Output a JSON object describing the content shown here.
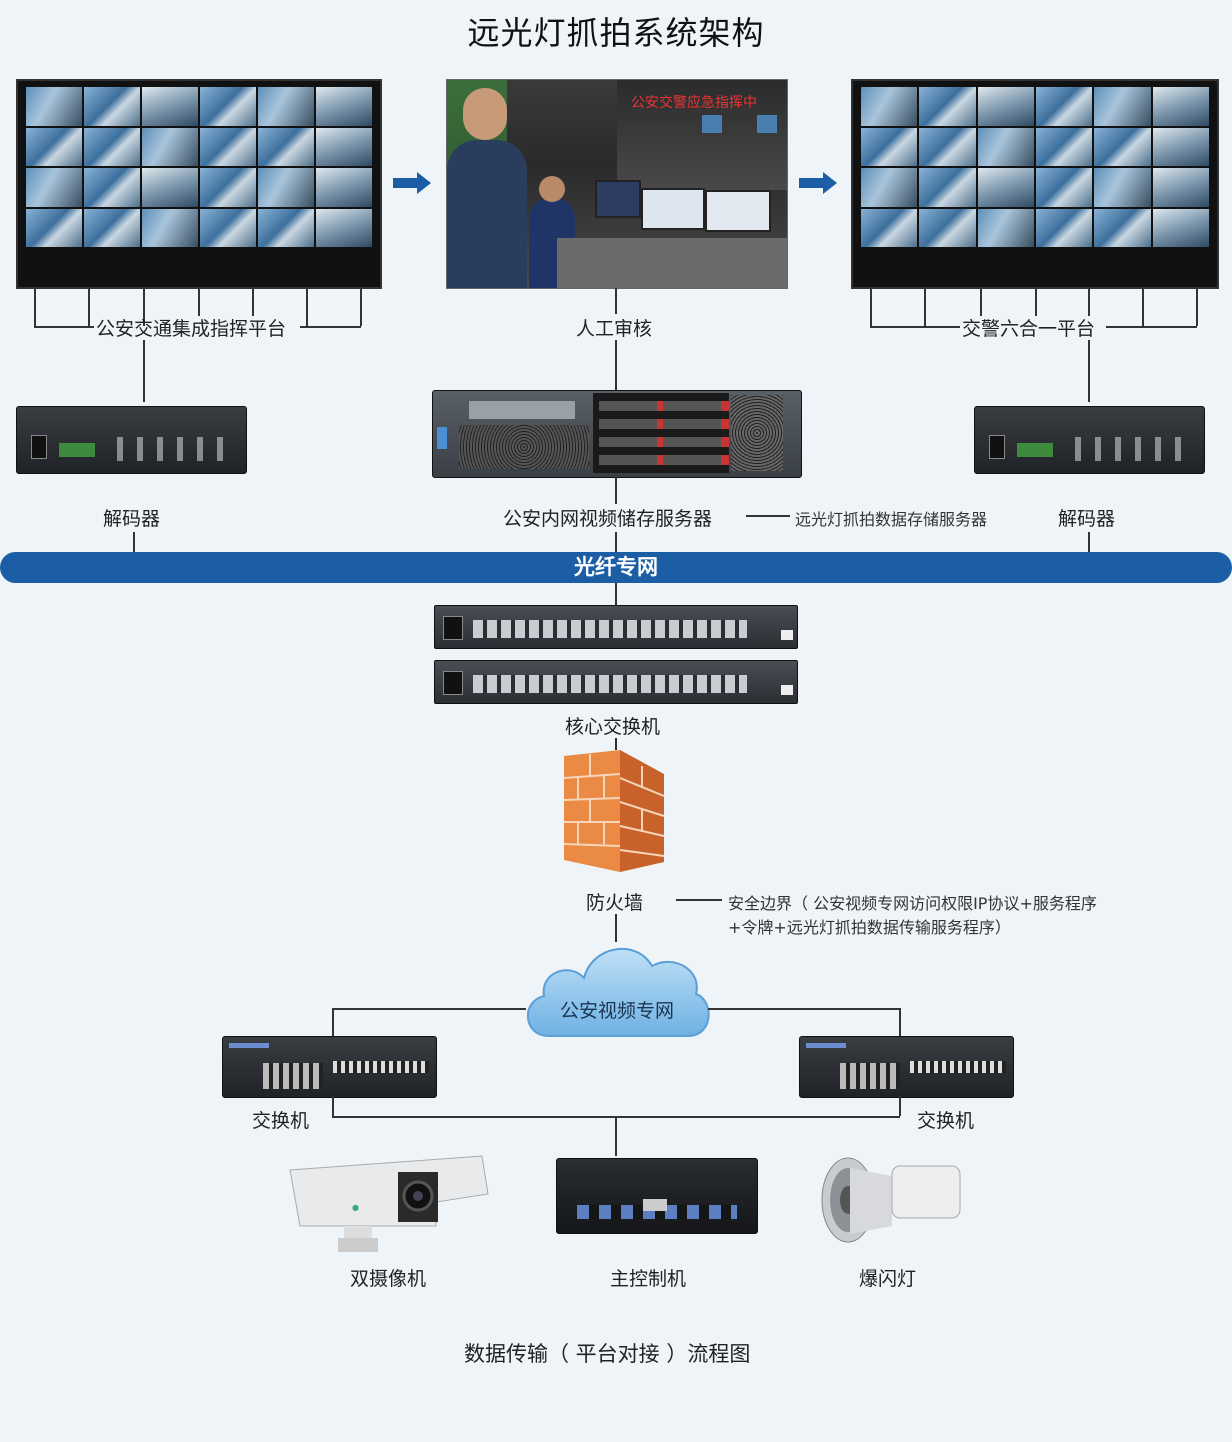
{
  "title": "远光灯抓拍系统架构",
  "top": {
    "left_platform": "公安交通集成指挥平台",
    "center_review": "人工审核",
    "right_platform": "交警六合一平台",
    "command_banner_text": "公安交警应急指挥中"
  },
  "middle": {
    "left_decoder": "解码器",
    "storage_server": "公安内网视频储存服务器",
    "storage_note": "远光灯抓拍数据存储服务器",
    "right_decoder": "解码器"
  },
  "network_banner": "光纤专网",
  "core_switch": "核心交换机",
  "firewall": "防火墙",
  "security_note_line1": "安全边界（ 公安视频专网访问权限IP协议+服务程序",
  "security_note_line2": "+令牌+远光灯抓拍数据传输服务程序）",
  "cloud": "公安视频专网",
  "left_switch": "交换机",
  "right_switch": "交换机",
  "devices": {
    "camera": "双摄像机",
    "controller": "主控制机",
    "flash": "爆闪灯"
  },
  "footer": "数据传输（ 平台对接 ）流程图",
  "colors": {
    "banner": "#1b5ea5",
    "arrow": "#1b5ea5",
    "firewall": "#e8823a",
    "cloud": "#8fc4ec"
  }
}
